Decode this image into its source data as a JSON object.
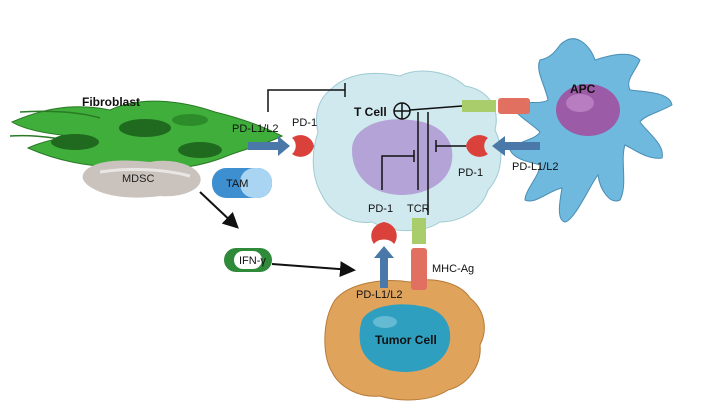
{
  "cells": {
    "t_cell": "T Cell",
    "apc": "APC",
    "fibroblast": "Fibroblast",
    "tumor_cell": "Tumor Cell",
    "mdsc": "MDSC",
    "tam": "TAM"
  },
  "molecules": {
    "pdl_fibro": "PD-L1/L2",
    "pd1_fibro": "PD-1",
    "pd1_apc": "PD-1",
    "pdl_apc": "PD-L1/L2",
    "pd1_tumor": "PD-1",
    "tcr": "TCR",
    "pdl_tumor": "PD-L1/L2",
    "mhc": "MHC-Ag",
    "ifn": "IFN-γ"
  },
  "colors": {
    "t_cell": "#cfe9ee",
    "nucleus": "#b3a3d6",
    "apc": "#6fb8de",
    "fibroblast": "#3fae3a",
    "tumor": "#e0a35c",
    "tumor_nucleus": "#2e9fbf",
    "pd1": "#d9413a",
    "ligand_arrow": "#4a78a8",
    "tcr": "#a8cd6a",
    "mhc": "#e27060"
  }
}
